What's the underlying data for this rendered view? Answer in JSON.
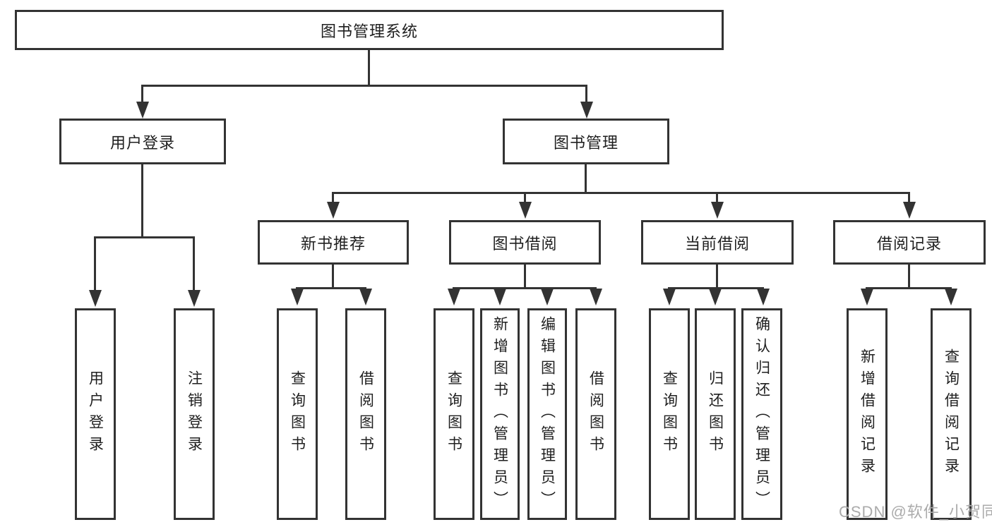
{
  "nodes": {
    "root": "图书管理系统",
    "user_login": "用户登录",
    "book_management": "图书管理",
    "new_book_recommend": "新书推荐",
    "book_borrowing": "图书借阅",
    "current_borrowing": "当前借阅",
    "borrowing_records": "借阅记录",
    "user_login_leaves": [
      "用户登录",
      "注销登录"
    ],
    "new_book_leaves": [
      "查询图书",
      "借阅图书"
    ],
    "book_borrowing_leaves": [
      "查询图书",
      "新增图书（管理员）",
      "编辑图书（管理员）",
      "借阅图书"
    ],
    "current_borrowing_leaves": [
      "查询图书",
      "归还图书",
      "确认归还（管理员）"
    ],
    "borrowing_records_leaves": [
      "新增借阅记录",
      "查询借阅记录"
    ]
  },
  "watermark": "CSDN @软件_小贺同学",
  "colors": {
    "line": "#333333",
    "text": "#1f1f1f",
    "watermark": "#ababab",
    "background": "#ffffff"
  }
}
